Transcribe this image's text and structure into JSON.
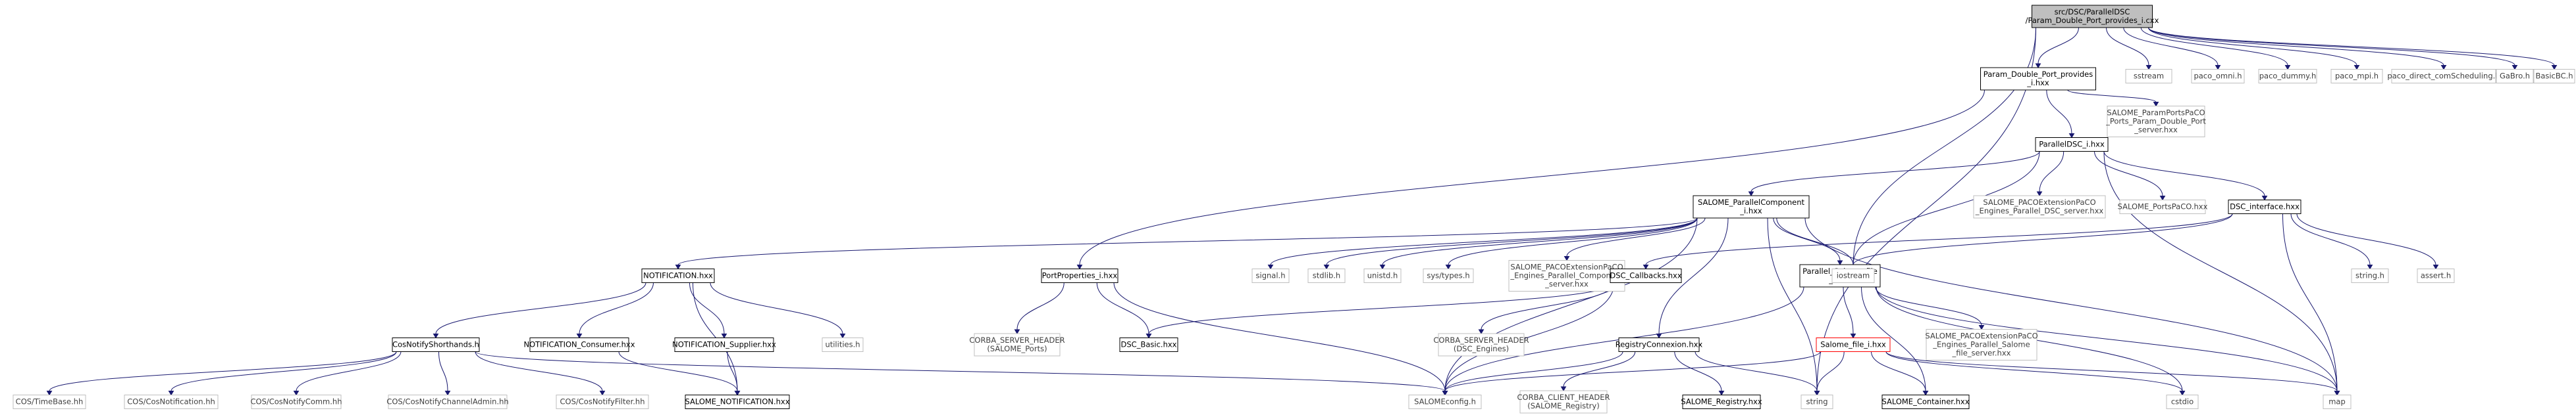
{
  "title": "Include dependency graph for Param_Double_Port_provides_i.cxx",
  "colors": {
    "edge": "#191970",
    "root_fill": "#bfbfbf",
    "internal_border": "#000000",
    "external_border": "#bfbfbf",
    "missing_border": "#ff0000"
  },
  "nodes": [
    {
      "id": "root",
      "kind": "root",
      "lines": [
        "src/DSC/ParallelDSC",
        "/Param_Double_Port_provides_i.cxx"
      ]
    },
    {
      "id": "param_provides_hxx",
      "kind": "internal",
      "lines": [
        "Param_Double_Port_provides",
        "_i.hxx"
      ]
    },
    {
      "id": "sstream",
      "kind": "external",
      "lines": [
        "sstream"
      ]
    },
    {
      "id": "paco_omni",
      "kind": "external",
      "lines": [
        "paco_omni.h"
      ]
    },
    {
      "id": "paco_dummy",
      "kind": "external",
      "lines": [
        "paco_dummy.h"
      ]
    },
    {
      "id": "paco_mpi",
      "kind": "external",
      "lines": [
        "paco_mpi.h"
      ]
    },
    {
      "id": "paco_direct",
      "kind": "external",
      "lines": [
        "paco_direct_comScheduling.h"
      ]
    },
    {
      "id": "gabro",
      "kind": "external",
      "lines": [
        "GaBro.h"
      ]
    },
    {
      "id": "basicbc",
      "kind": "external",
      "lines": [
        "BasicBC.h"
      ]
    },
    {
      "id": "paramports_server",
      "kind": "external",
      "lines": [
        "SALOME_ParamPortsPaCO",
        "_Ports_Param_Double_Port",
        "_server.hxx"
      ]
    },
    {
      "id": "paralleldsc_i",
      "kind": "internal",
      "lines": [
        "ParallelDSC_i.hxx"
      ]
    },
    {
      "id": "salome_parallelcomponent",
      "kind": "internal",
      "lines": [
        "SALOME_ParallelComponent",
        "_i.hxx"
      ]
    },
    {
      "id": "paco_ext_dsc_server",
      "kind": "external",
      "lines": [
        "SALOME_PACOExtensionPaCO",
        "_Engines_Parallel_DSC_server.hxx"
      ]
    },
    {
      "id": "salome_portspaco",
      "kind": "external",
      "lines": [
        "SALOME_PortsPaCO.hxx"
      ]
    },
    {
      "id": "dsc_interface",
      "kind": "internal",
      "lines": [
        "DSC_interface.hxx"
      ]
    },
    {
      "id": "notification_hxx",
      "kind": "internal",
      "lines": [
        "NOTIFICATION.hxx"
      ]
    },
    {
      "id": "portproperties",
      "kind": "internal",
      "lines": [
        "PortProperties_i.hxx"
      ]
    },
    {
      "id": "signal",
      "kind": "external",
      "lines": [
        "signal.h"
      ]
    },
    {
      "id": "stdlib",
      "kind": "external",
      "lines": [
        "stdlib.h"
      ]
    },
    {
      "id": "unistd",
      "kind": "external",
      "lines": [
        "unistd.h"
      ]
    },
    {
      "id": "systypes",
      "kind": "external",
      "lines": [
        "sys/types.h"
      ]
    },
    {
      "id": "paco_ext_component_server",
      "kind": "external",
      "lines": [
        "SALOME_PACOExtensionPaCO",
        "_Engines_Parallel_Component",
        "_server.hxx"
      ]
    },
    {
      "id": "dsc_callbacks",
      "kind": "internal",
      "lines": [
        "DSC_Callbacks.hxx"
      ]
    },
    {
      "id": "parallel_salome_file",
      "kind": "internal",
      "lines": [
        "Parallel_Salome_file",
        "_i.hxx"
      ]
    },
    {
      "id": "iostream",
      "kind": "external",
      "lines": [
        "iostream"
      ]
    },
    {
      "id": "string_h",
      "kind": "external",
      "lines": [
        "string.h"
      ]
    },
    {
      "id": "assert_h",
      "kind": "external",
      "lines": [
        "assert.h"
      ]
    },
    {
      "id": "cosnotifyshorthands",
      "kind": "internal",
      "lines": [
        "CosNotifyShorthands.h"
      ]
    },
    {
      "id": "notification_consumer",
      "kind": "internal",
      "lines": [
        "NOTIFICATION_Consumer.hxx"
      ]
    },
    {
      "id": "notification_supplier",
      "kind": "internal",
      "lines": [
        "NOTIFICATION_Supplier.hxx"
      ]
    },
    {
      "id": "utilities",
      "kind": "external",
      "lines": [
        "utilities.h"
      ]
    },
    {
      "id": "corba_server_ports",
      "kind": "external",
      "lines": [
        "CORBA_SERVER_HEADER",
        "(SALOME_Ports)"
      ]
    },
    {
      "id": "dsc_basic",
      "kind": "internal",
      "lines": [
        "DSC_Basic.hxx"
      ]
    },
    {
      "id": "corba_server_engines",
      "kind": "external",
      "lines": [
        "CORBA_SERVER_HEADER",
        "(DSC_Engines)"
      ]
    },
    {
      "id": "registryconnexion",
      "kind": "internal",
      "lines": [
        "RegistryConnexion.hxx"
      ]
    },
    {
      "id": "salome_file_i",
      "kind": "missing",
      "lines": [
        "Salome_file_i.hxx"
      ]
    },
    {
      "id": "paco_ext_salome_file_server",
      "kind": "external",
      "lines": [
        "SALOME_PACOExtensionPaCO",
        "_Engines_Parallel_Salome",
        "_file_server.hxx"
      ]
    },
    {
      "id": "costimebase",
      "kind": "external",
      "lines": [
        "COS/TimeBase.hh"
      ]
    },
    {
      "id": "cosnotification",
      "kind": "external",
      "lines": [
        "COS/CosNotification.hh"
      ]
    },
    {
      "id": "cosnotifycomm",
      "kind": "external",
      "lines": [
        "COS/CosNotifyComm.hh"
      ]
    },
    {
      "id": "cosnotifychanneladmin",
      "kind": "external",
      "lines": [
        "COS/CosNotifyChannelAdmin.hh"
      ]
    },
    {
      "id": "cosnotifyfilter",
      "kind": "external",
      "lines": [
        "COS/CosNotifyFilter.hh"
      ]
    },
    {
      "id": "salome_notification",
      "kind": "internal",
      "lines": [
        "SALOME_NOTIFICATION.hxx"
      ]
    },
    {
      "id": "salomeconfig",
      "kind": "external",
      "lines": [
        "SALOMEconfig.h"
      ]
    },
    {
      "id": "corba_client_registry",
      "kind": "external",
      "lines": [
        "CORBA_CLIENT_HEADER",
        "(SALOME_Registry)"
      ]
    },
    {
      "id": "salome_registry",
      "kind": "internal",
      "lines": [
        "SALOME_Registry.hxx"
      ]
    },
    {
      "id": "string",
      "kind": "external",
      "lines": [
        "string"
      ]
    },
    {
      "id": "salome_container",
      "kind": "internal",
      "lines": [
        "SALOME_Container.hxx"
      ]
    },
    {
      "id": "cstdio",
      "kind": "external",
      "lines": [
        "cstdio"
      ]
    },
    {
      "id": "map",
      "kind": "external",
      "lines": [
        "map"
      ]
    }
  ],
  "edges": [
    [
      "root",
      "param_provides_hxx"
    ],
    [
      "root",
      "sstream"
    ],
    [
      "root",
      "paco_omni"
    ],
    [
      "root",
      "paco_dummy"
    ],
    [
      "root",
      "paco_mpi"
    ],
    [
      "root",
      "paco_direct"
    ],
    [
      "root",
      "gabro"
    ],
    [
      "root",
      "basicbc"
    ],
    [
      "root",
      "iostream"
    ],
    [
      "root",
      "string"
    ],
    [
      "param_provides_hxx",
      "paramports_server"
    ],
    [
      "param_provides_hxx",
      "paralleldsc_i"
    ],
    [
      "param_provides_hxx",
      "portproperties"
    ],
    [
      "paralleldsc_i",
      "salome_parallelcomponent"
    ],
    [
      "paralleldsc_i",
      "paco_ext_dsc_server"
    ],
    [
      "paralleldsc_i",
      "salome_portspaco"
    ],
    [
      "paralleldsc_i",
      "dsc_interface"
    ],
    [
      "paralleldsc_i",
      "iostream"
    ],
    [
      "paralleldsc_i",
      "map"
    ],
    [
      "salome_parallelcomponent",
      "notification_hxx"
    ],
    [
      "salome_parallelcomponent",
      "signal"
    ],
    [
      "salome_parallelcomponent",
      "stdlib"
    ],
    [
      "salome_parallelcomponent",
      "unistd"
    ],
    [
      "salome_parallelcomponent",
      "systypes"
    ],
    [
      "salome_parallelcomponent",
      "paco_ext_component_server"
    ],
    [
      "salome_parallelcomponent",
      "parallel_salome_file"
    ],
    [
      "salome_parallelcomponent",
      "registryconnexion"
    ],
    [
      "salome_parallelcomponent",
      "salomeconfig"
    ],
    [
      "salome_parallelcomponent",
      "iostream"
    ],
    [
      "salome_parallelcomponent",
      "string"
    ],
    [
      "salome_parallelcomponent",
      "map"
    ],
    [
      "dsc_interface",
      "dsc_callbacks"
    ],
    [
      "dsc_interface",
      "iostream"
    ],
    [
      "dsc_interface",
      "string_h"
    ],
    [
      "dsc_interface",
      "assert_h"
    ],
    [
      "dsc_interface",
      "map"
    ],
    [
      "notification_hxx",
      "cosnotifyshorthands"
    ],
    [
      "notification_hxx",
      "notification_consumer"
    ],
    [
      "notification_hxx",
      "notification_supplier"
    ],
    [
      "notification_hxx",
      "utilities"
    ],
    [
      "notification_hxx",
      "salome_notification"
    ],
    [
      "portproperties",
      "corba_server_ports"
    ],
    [
      "portproperties",
      "dsc_basic"
    ],
    [
      "portproperties",
      "salomeconfig"
    ],
    [
      "dsc_callbacks",
      "dsc_basic"
    ],
    [
      "dsc_callbacks",
      "corba_server_engines"
    ],
    [
      "dsc_callbacks",
      "salomeconfig"
    ],
    [
      "parallel_salome_file",
      "salome_file_i"
    ],
    [
      "parallel_salome_file",
      "paco_ext_salome_file_server"
    ],
    [
      "parallel_salome_file",
      "salome_container"
    ],
    [
      "parallel_salome_file",
      "salomeconfig"
    ],
    [
      "parallel_salome_file",
      "cstdio"
    ],
    [
      "parallel_salome_file",
      "map"
    ],
    [
      "registryconnexion",
      "salomeconfig"
    ],
    [
      "registryconnexion",
      "corba_client_registry"
    ],
    [
      "registryconnexion",
      "salome_registry"
    ],
    [
      "registryconnexion",
      "string"
    ],
    [
      "salome_file_i",
      "salomeconfig"
    ],
    [
      "salome_file_i",
      "salome_container"
    ],
    [
      "salome_file_i",
      "string"
    ],
    [
      "salome_file_i",
      "cstdio"
    ],
    [
      "salome_file_i",
      "map"
    ],
    [
      "cosnotifyshorthands",
      "costimebase"
    ],
    [
      "cosnotifyshorthands",
      "cosnotification"
    ],
    [
      "cosnotifyshorthands",
      "cosnotifycomm"
    ],
    [
      "cosnotifyshorthands",
      "cosnotifychanneladmin"
    ],
    [
      "cosnotifyshorthands",
      "cosnotifyfilter"
    ],
    [
      "cosnotifyshorthands",
      "salomeconfig"
    ],
    [
      "notification_consumer",
      "salome_notification"
    ],
    [
      "notification_supplier",
      "salome_notification"
    ]
  ]
}
